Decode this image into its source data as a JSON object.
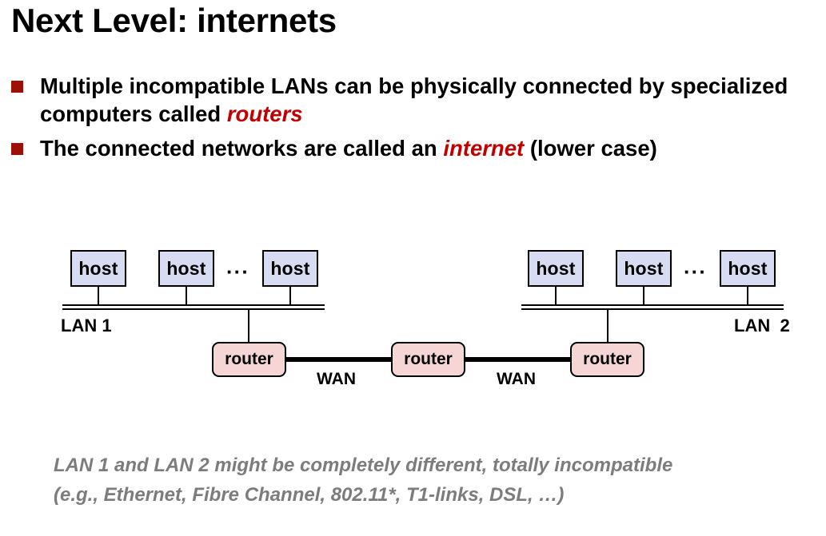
{
  "slide": {
    "title": "Next Level: internets",
    "accent_red": "#C00000",
    "bullet_marker_color": "#9C1006",
    "host_fill": "#D8DCF2",
    "router_fill": "#F6D6D4",
    "caption_color": "#7C7C7C"
  },
  "bullets": [
    {
      "pre": "Multiple incompatible LANs can be physically connected by specialized computers called ",
      "emphasis": "routers",
      "post": ""
    },
    {
      "pre": "The connected networks are called an ",
      "emphasis": "internet",
      "post": " (lower case)"
    }
  ],
  "diagram": {
    "lan_left": {
      "label": "LAN 1",
      "hosts": [
        "host",
        "host",
        "host"
      ],
      "ellipsis": "···"
    },
    "lan_right": {
      "label": "LAN  2",
      "hosts": [
        "host",
        "host",
        "host"
      ],
      "ellipsis": "···"
    },
    "routers": [
      "router",
      "router",
      "router"
    ],
    "wan_labels": [
      "WAN",
      "WAN"
    ]
  },
  "caption": {
    "line1": "LAN 1 and LAN 2 might be completely different, totally incompatible",
    "line2": "(e.g., Ethernet, Fibre Channel, 802.11*, T1-links, DSL, …)"
  }
}
